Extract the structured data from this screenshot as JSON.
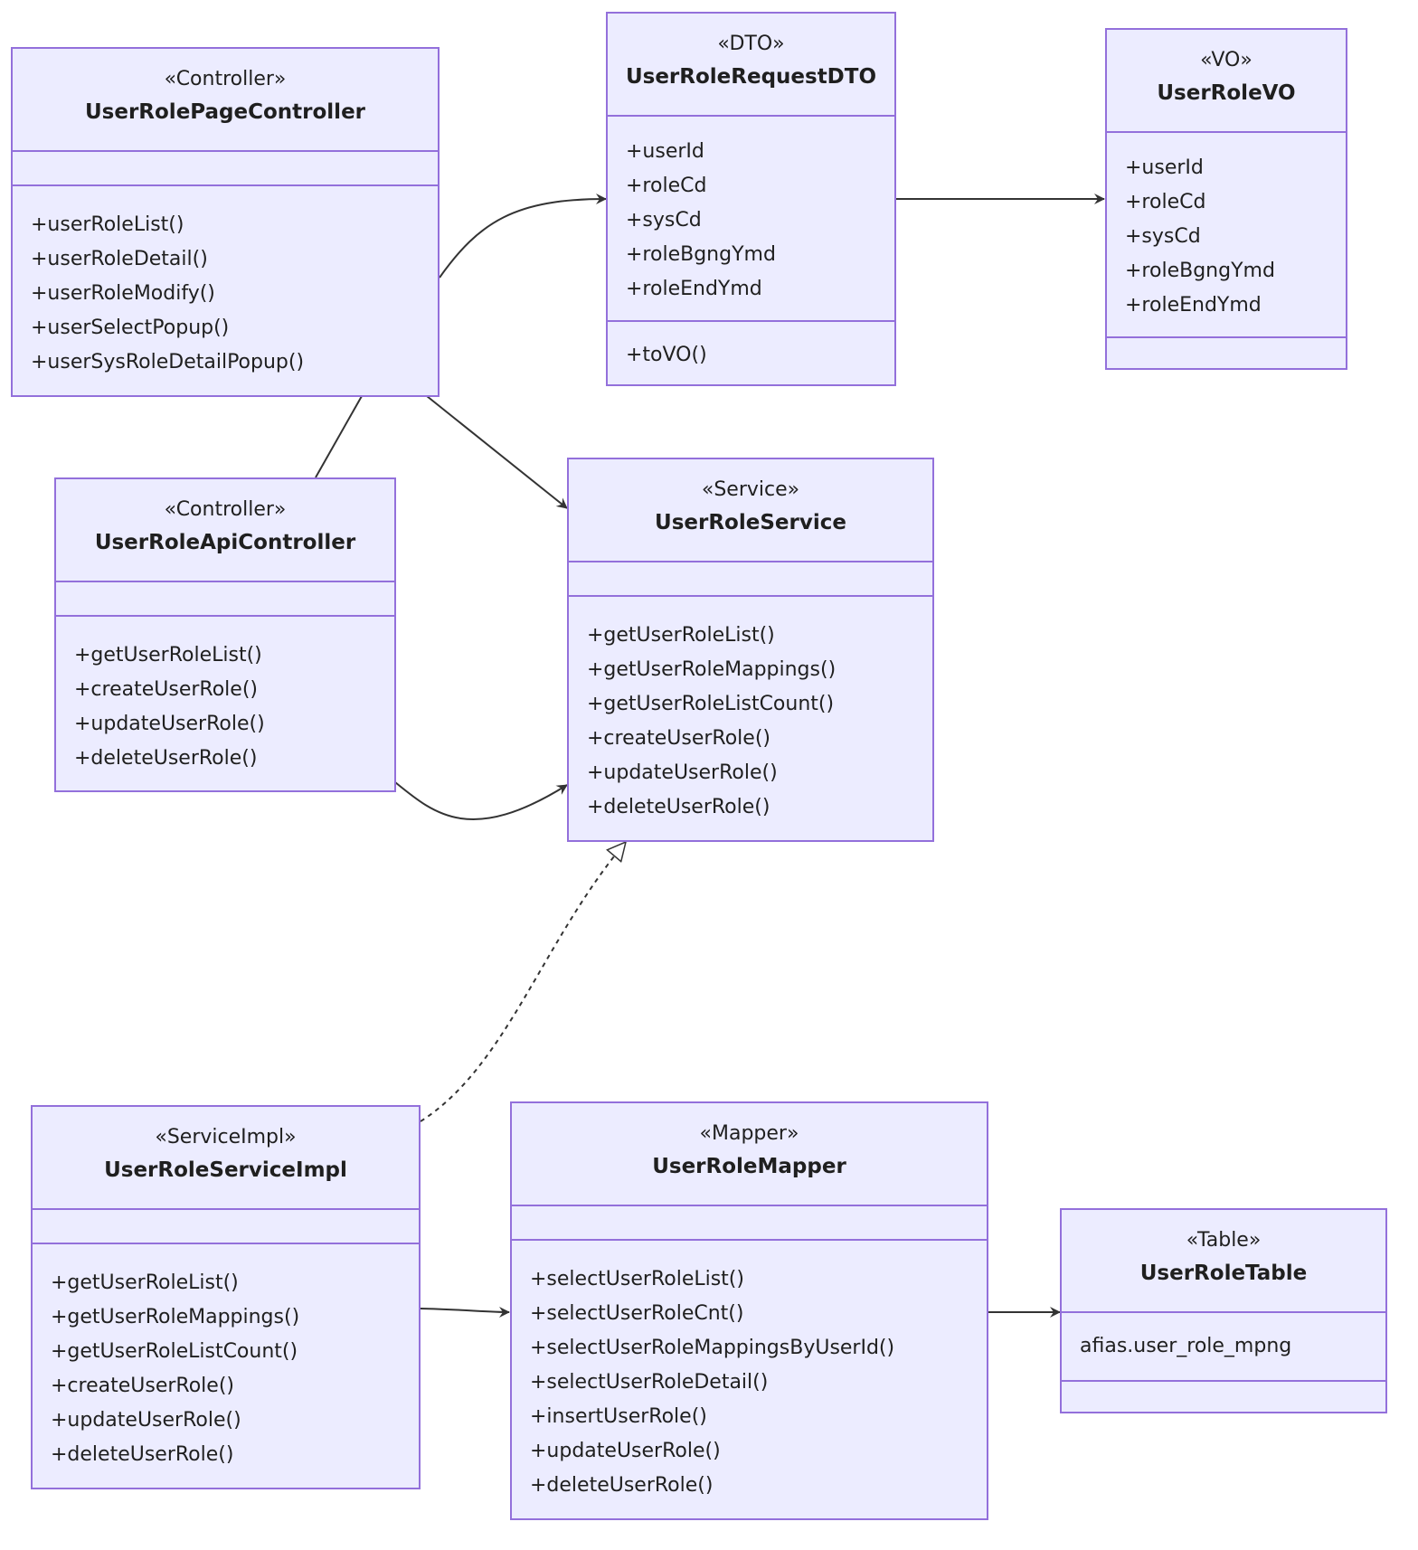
{
  "diagram": {
    "classes": {
      "page_controller": {
        "stereotype": "«Controller»",
        "name": "UserRolePageController",
        "attributes": [],
        "methods": [
          "+userRoleList()",
          "+userRoleDetail()",
          "+userRoleModify()",
          "+userSelectPopup()",
          "+userSysRoleDetailPopup()"
        ]
      },
      "request_dto": {
        "stereotype": "«DTO»",
        "name": "UserRoleRequestDTO",
        "attributes": [
          "+userId",
          "+roleCd",
          "+sysCd",
          "+roleBgngYmd",
          "+roleEndYmd"
        ],
        "methods": [
          "+toVO()"
        ]
      },
      "vo": {
        "stereotype": "«VO»",
        "name": "UserRoleVO",
        "attributes": [
          "+userId",
          "+roleCd",
          "+sysCd",
          "+roleBgngYmd",
          "+roleEndYmd"
        ],
        "methods": []
      },
      "api_controller": {
        "stereotype": "«Controller»",
        "name": "UserRoleApiController",
        "attributes": [],
        "methods": [
          "+getUserRoleList()",
          "+createUserRole()",
          "+updateUserRole()",
          "+deleteUserRole()"
        ]
      },
      "service": {
        "stereotype": "«Service»",
        "name": "UserRoleService",
        "attributes": [],
        "methods": [
          "+getUserRoleList()",
          "+getUserRoleMappings()",
          "+getUserRoleListCount()",
          "+createUserRole()",
          "+updateUserRole()",
          "+deleteUserRole()"
        ]
      },
      "service_impl": {
        "stereotype": "«ServiceImpl»",
        "name": "UserRoleServiceImpl",
        "attributes": [],
        "methods": [
          "+getUserRoleList()",
          "+getUserRoleMappings()",
          "+getUserRoleListCount()",
          "+createUserRole()",
          "+updateUserRole()",
          "+deleteUserRole()"
        ]
      },
      "mapper": {
        "stereotype": "«Mapper»",
        "name": "UserRoleMapper",
        "attributes": [],
        "methods": [
          "+selectUserRoleList()",
          "+selectUserRoleCnt()",
          "+selectUserRoleMappingsByUserId()",
          "+selectUserRoleDetail()",
          "+insertUserRole()",
          "+updateUserRole()",
          "+deleteUserRole()"
        ]
      },
      "table": {
        "stereotype": "«Table»",
        "name": "UserRoleTable",
        "attributes": [
          "afias.user_role_mpng"
        ],
        "methods": []
      }
    },
    "relations": [
      {
        "from": "page_controller",
        "to": "request_dto",
        "type": "association"
      },
      {
        "from": "request_dto",
        "to": "vo",
        "type": "association"
      },
      {
        "from": "page_controller",
        "to": "service",
        "type": "association"
      },
      {
        "from": "page_controller",
        "to": "api_controller",
        "type": "link"
      },
      {
        "from": "api_controller",
        "to": "service",
        "type": "association"
      },
      {
        "from": "service_impl",
        "to": "service",
        "type": "realization"
      },
      {
        "from": "service_impl",
        "to": "mapper",
        "type": "association"
      },
      {
        "from": "mapper",
        "to": "table",
        "type": "association"
      }
    ],
    "colors": {
      "box_fill": "#ECECFF",
      "box_border": "#9370DB",
      "edge": "#333333"
    }
  }
}
